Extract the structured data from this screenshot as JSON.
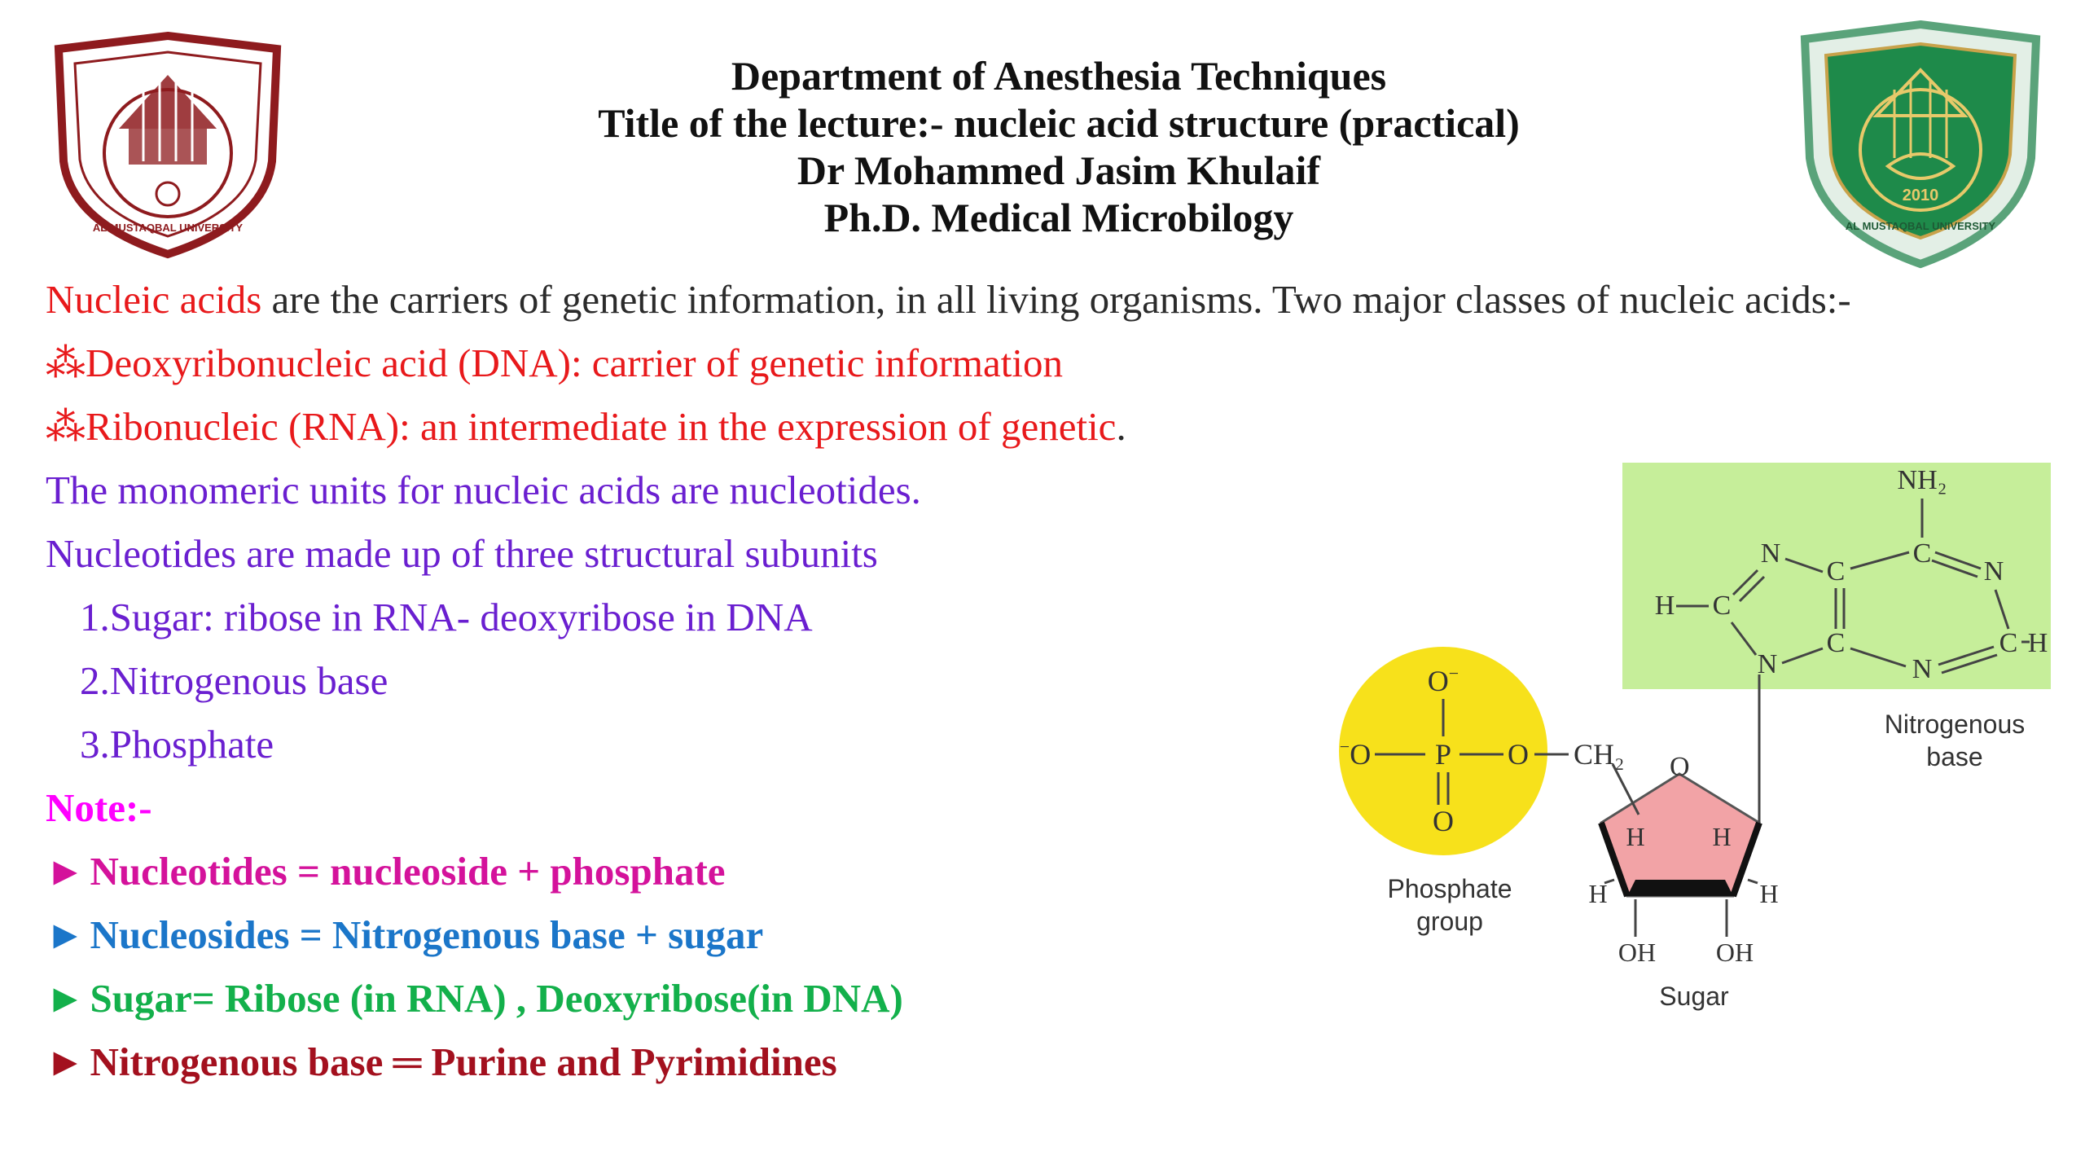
{
  "header": {
    "line1": "Department of Anesthesia Techniques",
    "line2": "Title of the lecture:- nucleic acid structure (practical)",
    "line3": "Dr Mohammed Jasim Khulaif",
    "line4": "Ph.D. Medical Microbilogy"
  },
  "logos": {
    "left_text": "AL MUSTAQBAL UNIVERSITY",
    "right_text": "AL MUSTAQBAL UNIVERSITY",
    "right_year": "2010"
  },
  "intro": {
    "term": "Nucleic acids",
    "rest": " are the carriers of genetic information, in all living organisms. Two major classes of nucleic acids:-"
  },
  "classes": [
    {
      "bullet": "⁂",
      "text": "Deoxyribonucleic acid (DNA): carrier of genetic information"
    },
    {
      "bullet": "⁂",
      "text": "Ribonucleic (RNA): an intermediate in the expression of genetic",
      "tail": "."
    }
  ],
  "monomer_line": "The monomeric units for nucleic acids are nucleotides.",
  "subunits_line": "Nucleotides are made up of three structural subunits",
  "subunits": [
    "1.Sugar: ribose in RNA- deoxyribose in DNA",
    "2.Nitrogenous base",
    "3.Phosphate"
  ],
  "note_label": "Note:-",
  "notes": [
    {
      "arrow": "►",
      "text": "Nucleotides = nucleoside + phosphate",
      "color": "#d4129b"
    },
    {
      "arrow": "►",
      "text": "Nucleosides = Nitrogenous base + sugar",
      "color": "#1b76c9"
    },
    {
      "arrow": "►",
      "text": "Sugar= Ribose (in RNA) , Deoxyribose(in DNA)",
      "color": "#13b04b"
    },
    {
      "arrow": "►",
      "text": "Nitrogenous base ═ Purine and Pyrimidines",
      "color": "#a3101e"
    }
  ],
  "diagram": {
    "phosphate_label_1": "Phosphate",
    "phosphate_label_2": "group",
    "sugar_label": "Sugar",
    "base_label_1": "Nitrogenous",
    "base_label_2": "base",
    "nh2": "NH₂",
    "ch2": "CH₂",
    "colors": {
      "phosphate": "#f7e11b",
      "sugar": "#f2a3a6",
      "base": "#c6ee9a"
    }
  }
}
